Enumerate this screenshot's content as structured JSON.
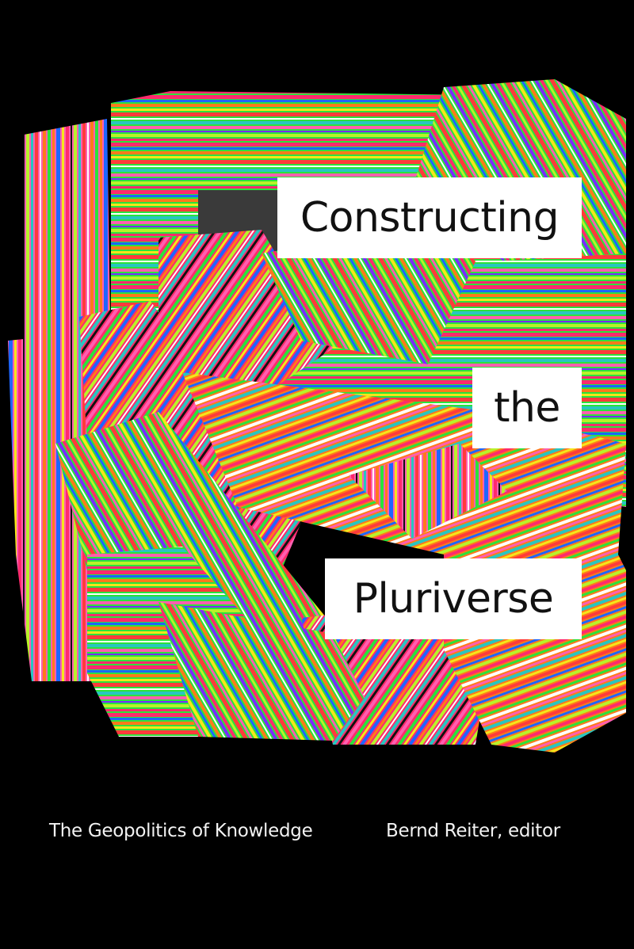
{
  "book": {
    "title_lines": [
      "Constructing",
      "the",
      "Pluriverse"
    ],
    "subtitle_series": "The Geopolitics of Knowledge",
    "editor": "Bernd Reiter, editor"
  },
  "colors": {
    "background": "#000000",
    "title_box": "#ffffff",
    "title_text": "#111111",
    "footer_text": "#f2f2f2",
    "stripes": [
      "#ff2a6d",
      "#2be33a",
      "#ff7a1a",
      "#1e66ff",
      "#f5e61a",
      "#ff3b3b",
      "#b8f22a",
      "#ff5fb0",
      "#28c6c0",
      "#ffffff",
      "#7a2cff",
      "#111111"
    ]
  }
}
